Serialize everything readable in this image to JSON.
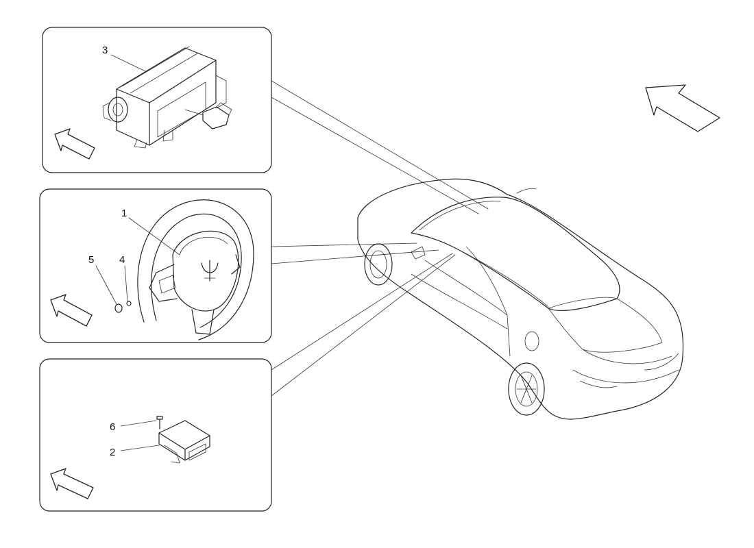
{
  "callouts": [
    {
      "id": "1",
      "label": "1"
    },
    {
      "id": "2",
      "label": "2"
    },
    {
      "id": "3",
      "label": "3"
    },
    {
      "id": "4",
      "label": "4"
    },
    {
      "id": "5",
      "label": "5"
    },
    {
      "id": "6",
      "label": "6"
    }
  ],
  "icons": {
    "orientation_arrow": "direction-arrow-icon",
    "brand_emblem": "trident-emblem-icon"
  },
  "colors": {
    "line": "#222222",
    "background": "#ffffff"
  }
}
